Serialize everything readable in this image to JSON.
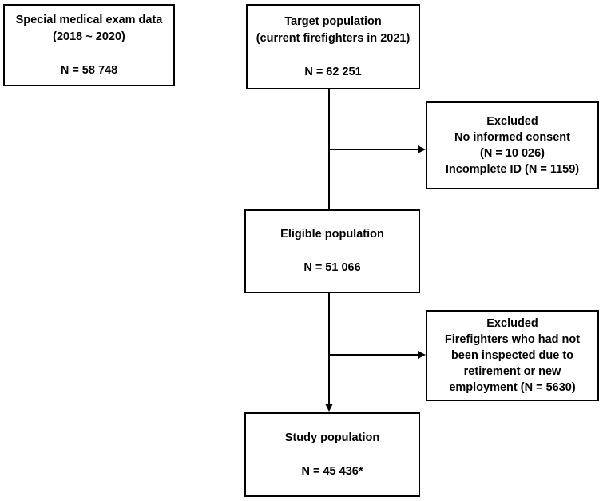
{
  "colors": {
    "background": "#ffffff",
    "box_border": "#000000",
    "text": "#000000",
    "connector": "#000000"
  },
  "boxes": {
    "source": {
      "lines": [
        "Special medical exam data",
        "(2018 ~ 2020)"
      ],
      "n": "N = 58 748"
    },
    "target": {
      "lines": [
        "Target population",
        "(current firefighters in 2021)"
      ],
      "n": "N = 62 251"
    },
    "excluded_first": {
      "lines": [
        "Excluded",
        "No informed consent",
        "(N = 10 026)",
        "Incomplete ID (N = 1159)"
      ]
    },
    "eligible": {
      "lines": [
        "Eligible population"
      ],
      "n": "N = 51 066"
    },
    "excluded_second": {
      "lines": [
        "Excluded",
        "Firefighters who had not",
        "been inspected due to",
        "retirement or new",
        "employment (N = 5630)"
      ]
    },
    "study": {
      "lines": [
        "Study population"
      ],
      "n": "N = 45 436*"
    }
  }
}
